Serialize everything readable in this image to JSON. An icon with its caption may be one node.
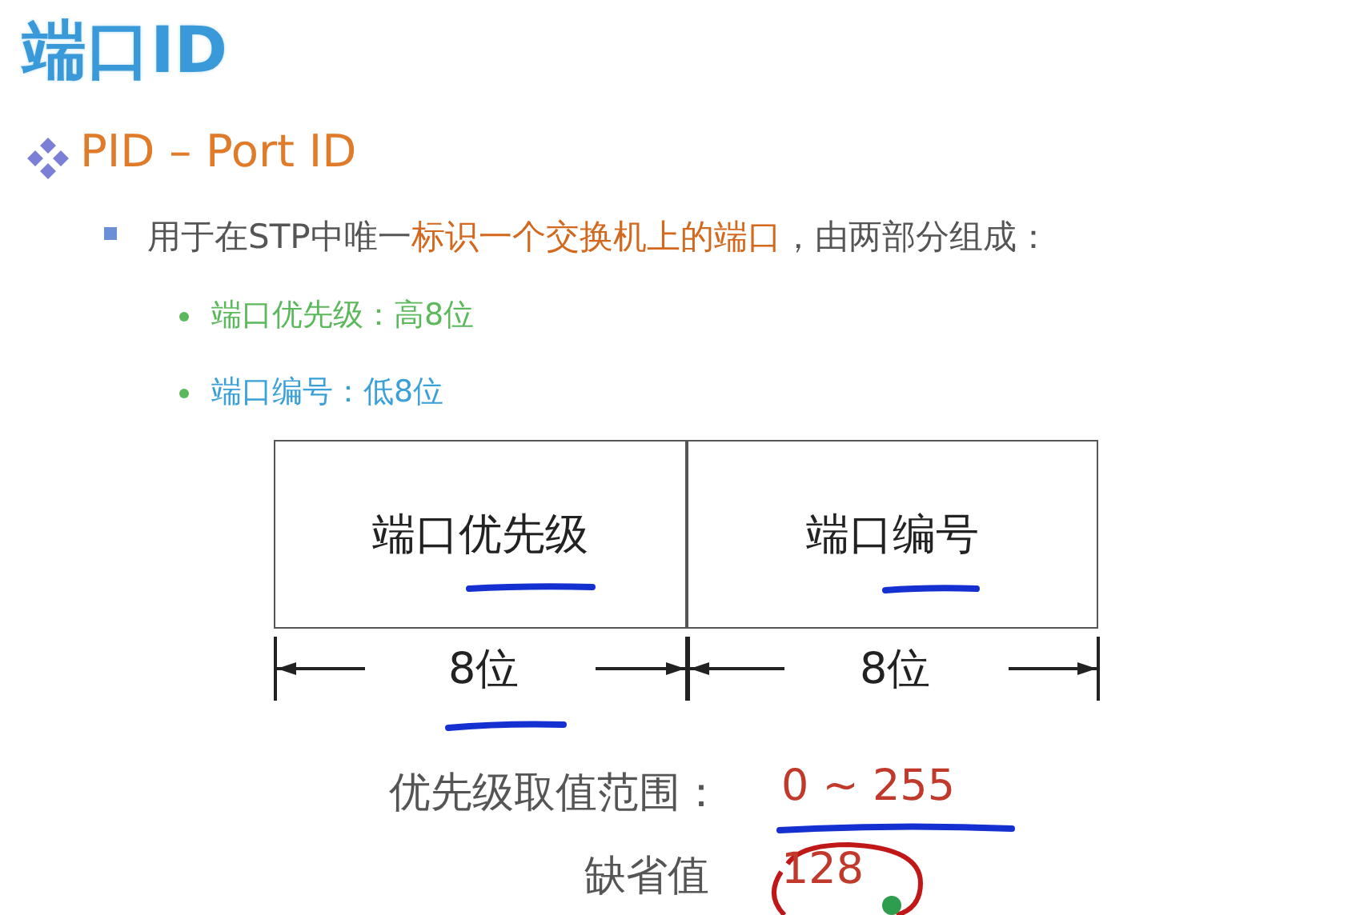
{
  "diagram": {
    "title": "端口ID",
    "nodes": [
      {
        "text": [
          "端口优先级"
        ]
      },
      {
        "text": [
          "端口编号"
        ]
      }
    ],
    "labels": [
      "PID – Port ID",
      "用于在STP中唯一**标识一个交换机上的端口**，由两部分组成：",
      "端口优先级：高8位",
      "端口编号：低8位",
      "8位",
      "8位",
      "优先级取值范围：",
      "0 ~ 255",
      "缺省值",
      "128"
    ]
  }
}
